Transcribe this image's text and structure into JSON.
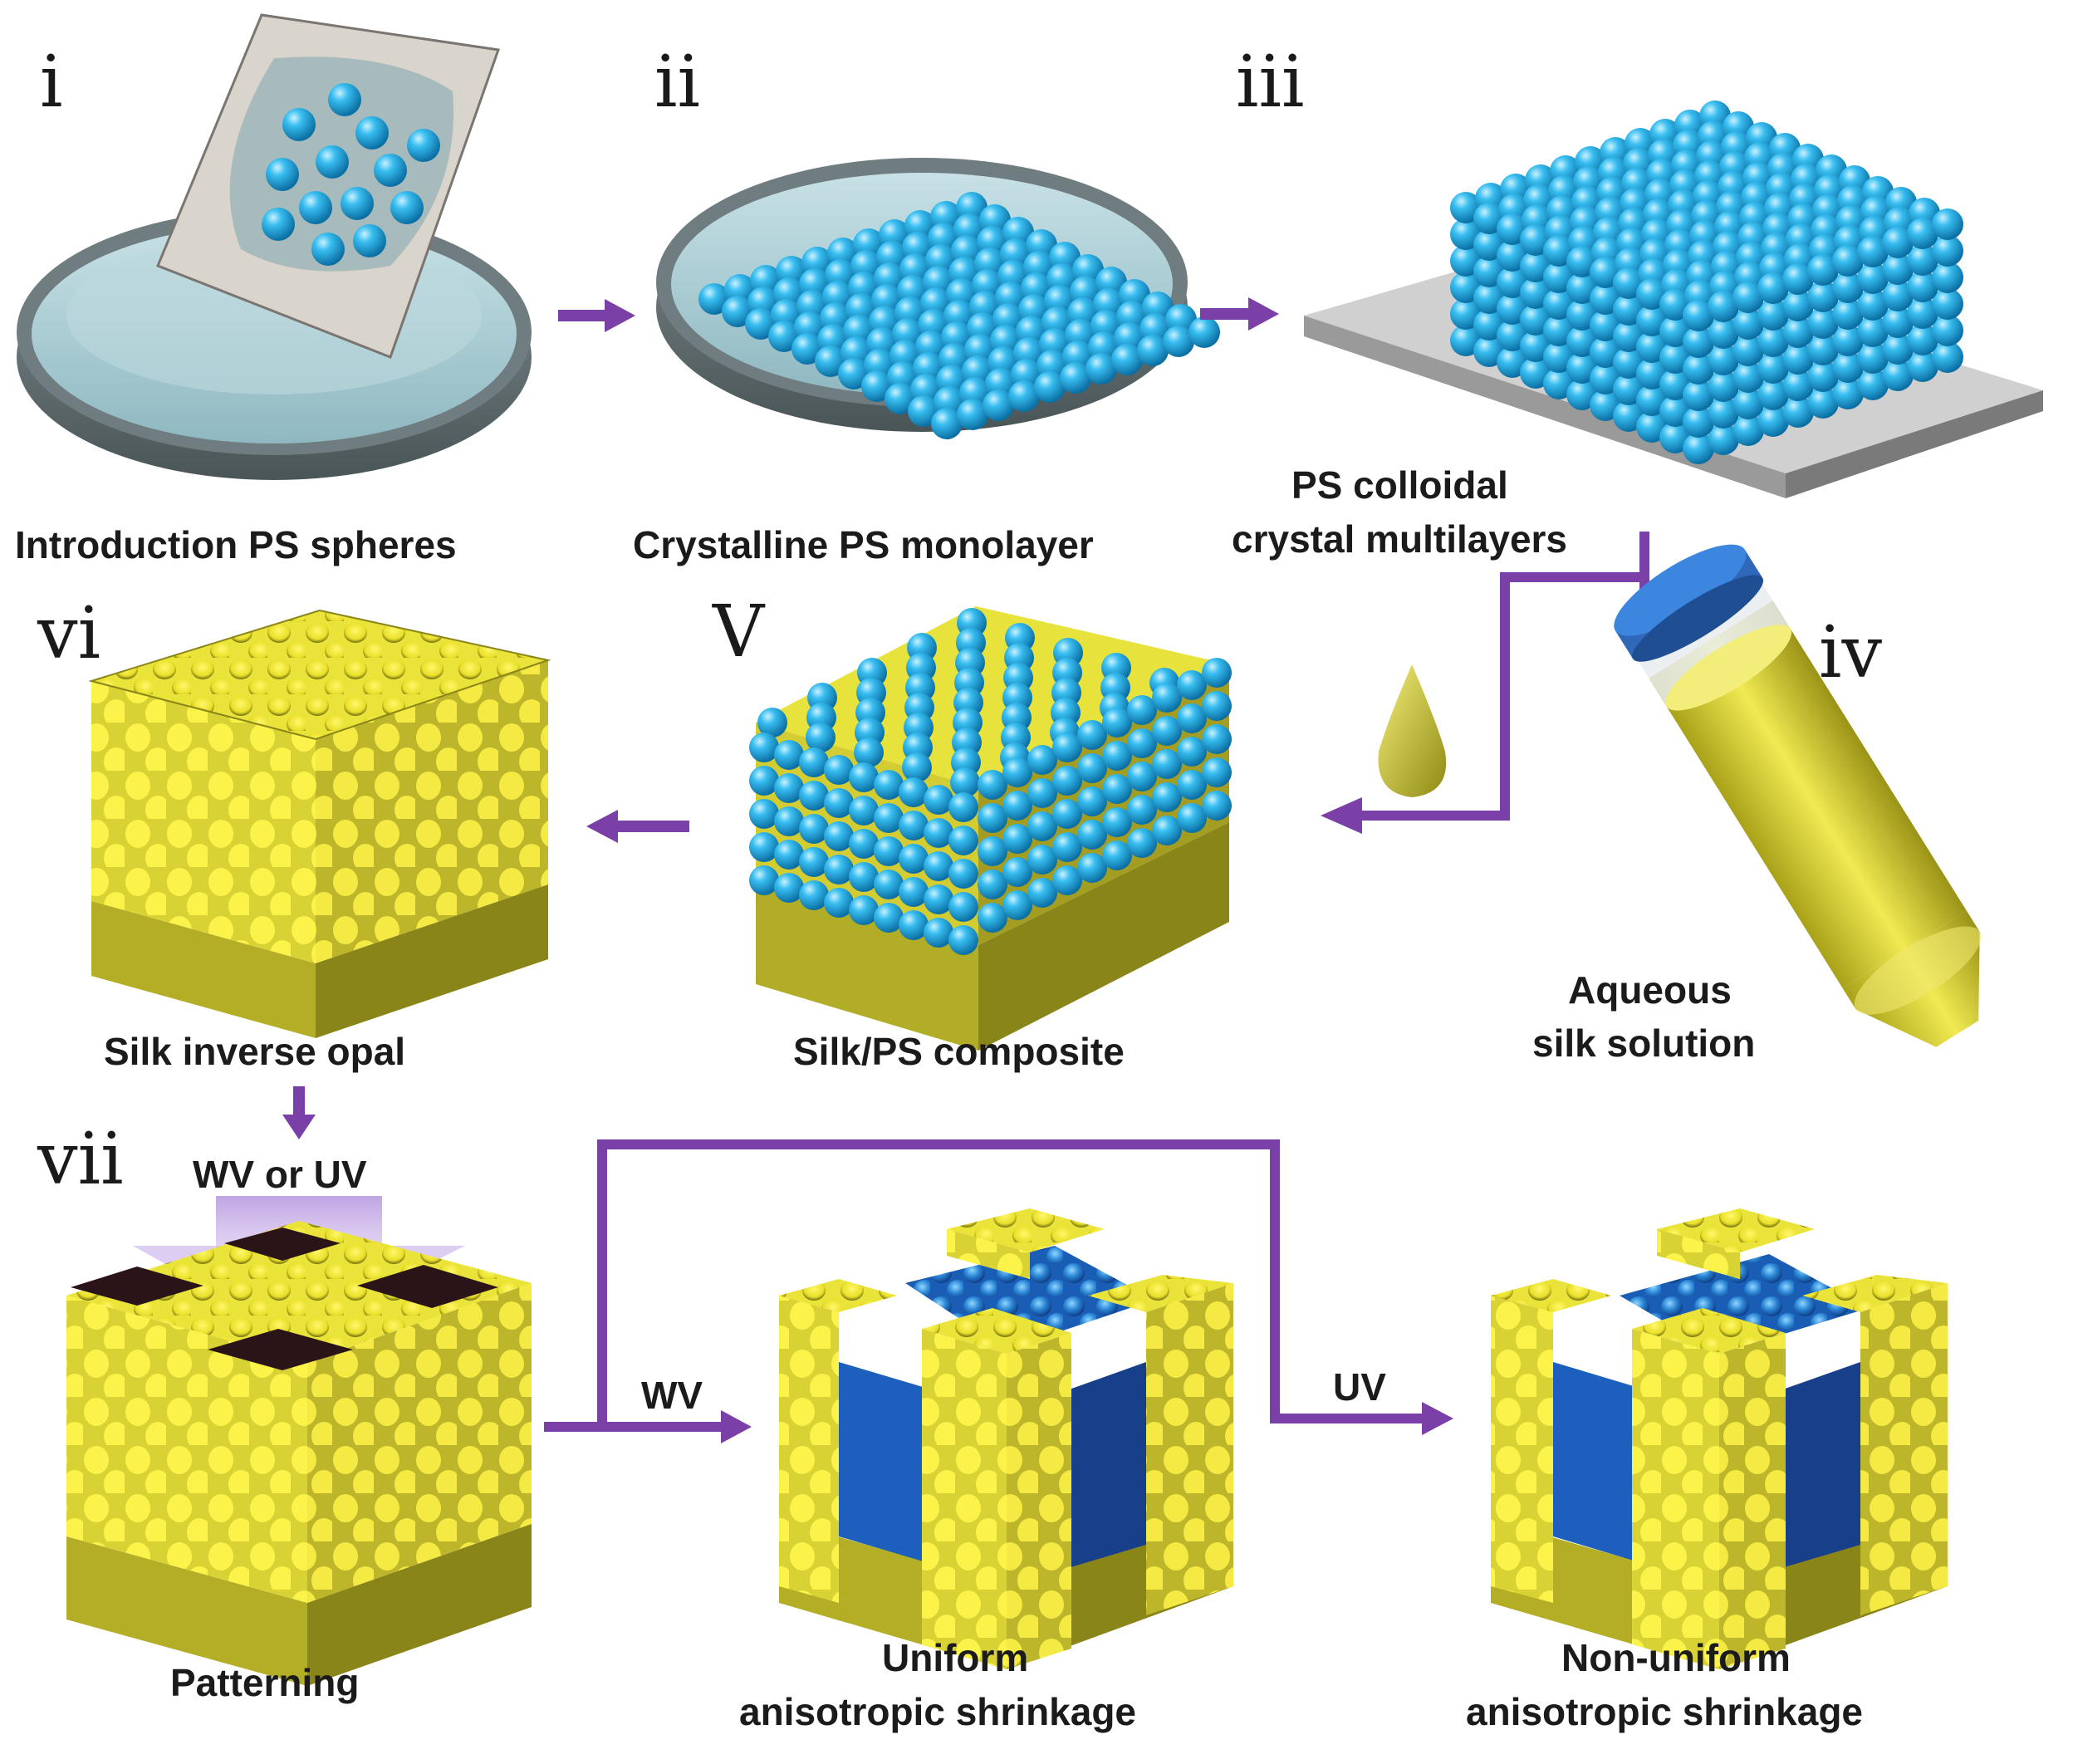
{
  "figure": {
    "steps": {
      "i": "i",
      "ii": "ii",
      "iii": "iii",
      "iv": "iv",
      "v": "V",
      "vi": "vi",
      "vii": "vii"
    },
    "labels": {
      "introduction": "Introduction PS  spheres",
      "monolayer": "Crystalline PS monolayer",
      "multilayer_1": "PS colloidal",
      "multilayer_2": "crystal multilayers",
      "aqueous_1": "Aqueous",
      "aqueous_2": "silk solution",
      "composite": "Silk/PS composite",
      "inverse_opal": "Silk inverse opal",
      "patterning": "Patterning",
      "uniform_1": "Uniform",
      "uniform_2": "anisotropic shrinkage",
      "nonuniform_1": "Non-uniform",
      "nonuniform_2": "anisotropic shrinkage"
    },
    "arrow_labels": {
      "wv_or_uv": "WV or UV",
      "wv": "WV",
      "uv": "UV"
    },
    "colors": {
      "arrow": "#7b3fa8",
      "sphere": "#2fb4e6",
      "silk": "#d8d43a",
      "water": "#a9cfd6",
      "mask": "#2a1418",
      "shrunk": "#1f68c4"
    }
  }
}
